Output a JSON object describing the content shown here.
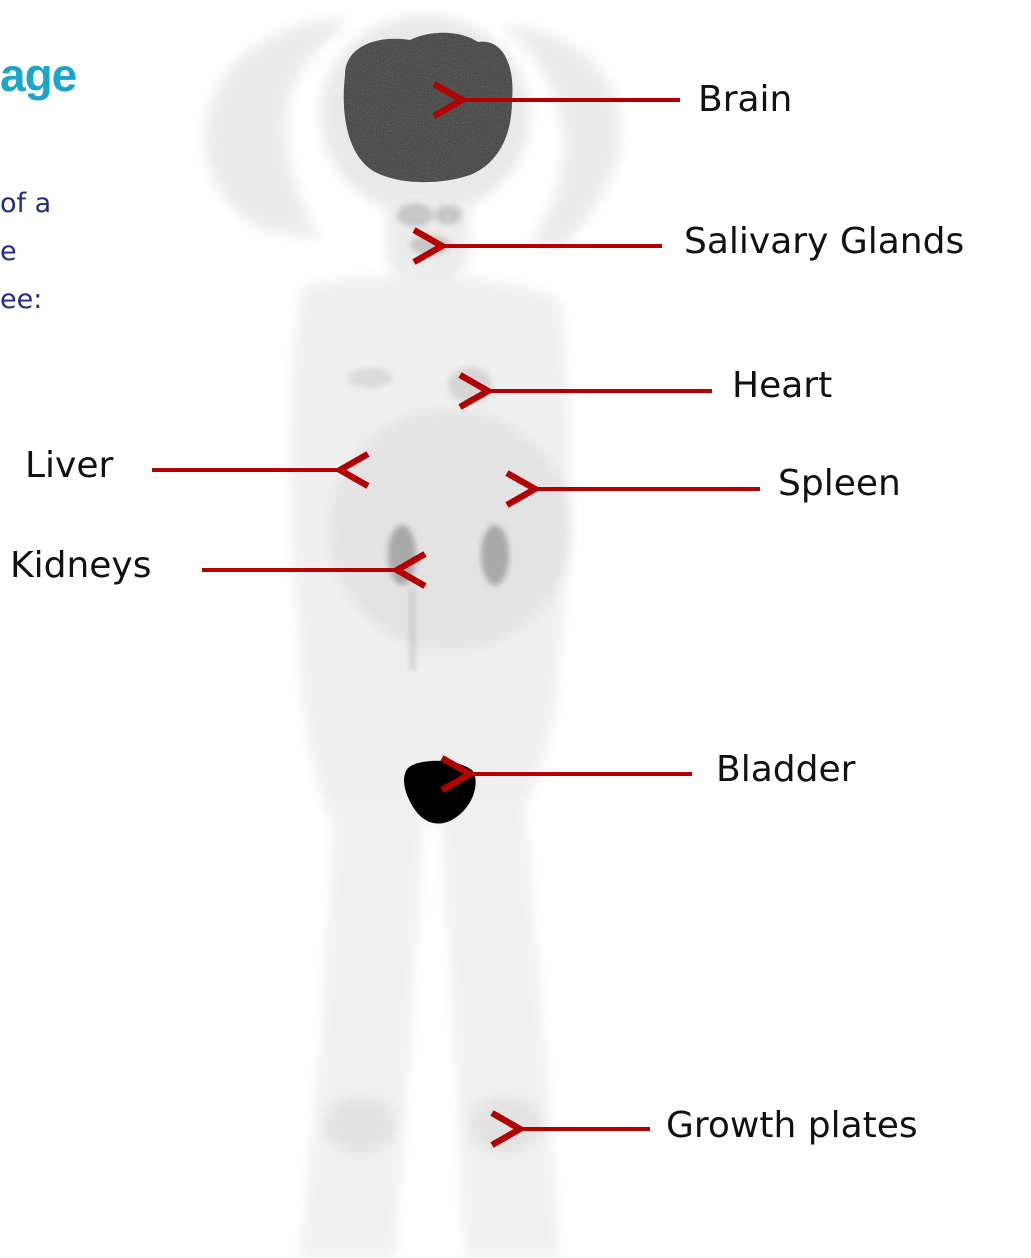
{
  "slide": {
    "title_fragment": "age",
    "text_fragments": [
      "of a",
      "e",
      "ee:"
    ]
  },
  "colors": {
    "title": "#1aa6c8",
    "body_text": "#1f2c8a",
    "arrow": "#b30000",
    "label": "#111111"
  },
  "labels": {
    "brain": "Brain",
    "salivary": "Salivary Glands",
    "heart": "Heart",
    "liver": "Liver",
    "spleen": "Spleen",
    "kidneys": "Kidneys",
    "bladder": "Bladder",
    "growth": "Growth plates"
  }
}
